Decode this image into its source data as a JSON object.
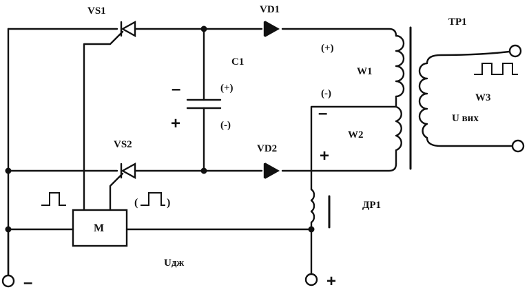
{
  "diagram": {
    "labels": {
      "vs1": "VS1",
      "vd1": "VD1",
      "tp1": "TP1",
      "c1": "C1",
      "c1_plus": "(+)",
      "c1_minus": "(-)",
      "c1_sign_minus": "–",
      "c1_sign_plus": "+",
      "w1": "W1",
      "w1_plus": "(+)",
      "w1_minus": "(-)",
      "w2": "W2",
      "w2_sign_minus": "–",
      "w2_sign_plus": "+",
      "w3": "W3",
      "u_out": "U вих",
      "vs2": "VS2",
      "vd2": "VD2",
      "dr1": "ДР1",
      "m": "M",
      "u_supply": "Uдж",
      "terminal_minus": "–",
      "terminal_plus": "+",
      "pulse_bracket_open": "(",
      "pulse_bracket_close": ")"
    }
  }
}
